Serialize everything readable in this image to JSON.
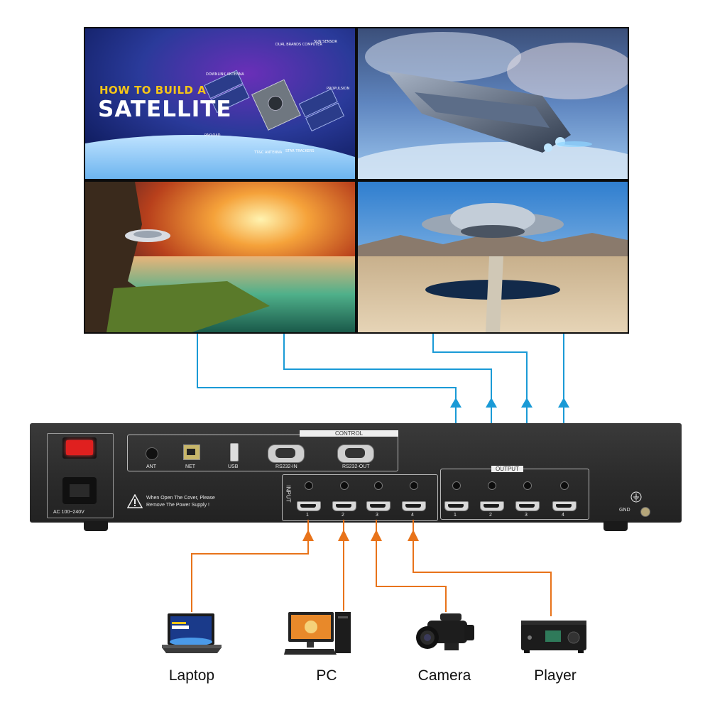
{
  "screens": {
    "panel1": {
      "title_small": "HOW TO BUILD A",
      "title_big": "SATELLITE",
      "labels": [
        "DUAL BRANDS COMPUTER",
        "SUN SENSOR",
        "DOWNLINK ANTENNA",
        "PROPULSION",
        "PAYLOAD",
        "TT&C ANTENNA",
        "STAR TRACKERS"
      ]
    }
  },
  "device": {
    "power_label": "AC 100~240V",
    "ant_label": "ANT",
    "net_label": "NET",
    "usb_label": "USB",
    "rs232_in_label": "RS232-IN",
    "rs232_out_label": "RS232-OUT",
    "control_label": "CONTROL",
    "warning_line1": "When Open The Cover, Please",
    "warning_line2": "Remove The Power Supply !",
    "input_label": "INPUT",
    "output_label": "OUTPUT",
    "gnd_label": "GND",
    "input_ports": [
      "1",
      "2",
      "3",
      "4"
    ],
    "output_ports": [
      "1",
      "2",
      "3",
      "4"
    ]
  },
  "sources": [
    {
      "label": "Laptop",
      "icon": "laptop-icon"
    },
    {
      "label": "PC",
      "icon": "pc-icon"
    },
    {
      "label": "Camera",
      "icon": "camera-icon"
    },
    {
      "label": "Player",
      "icon": "player-icon"
    }
  ],
  "colors": {
    "output_line": "#1a9ad6",
    "input_line": "#e8731a",
    "device_body": "#2e2e2e",
    "power_switch": "#e0201f"
  }
}
